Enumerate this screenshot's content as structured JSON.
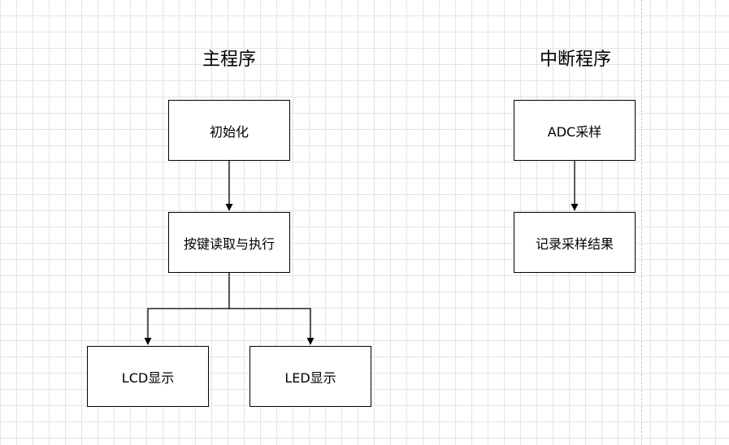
{
  "diagram": {
    "main_title": "主程序",
    "interrupt_title": "中断程序",
    "nodes": {
      "init": "初始化",
      "key_read": "按键读取与执行",
      "lcd_display": "LCD显示",
      "led_display": "LED显示",
      "adc_sample": "ADC采样",
      "record_result": "记录采样结果"
    },
    "edges": [
      {
        "from": "init",
        "to": "key_read"
      },
      {
        "from": "key_read",
        "to": "lcd_display"
      },
      {
        "from": "key_read",
        "to": "led_display"
      },
      {
        "from": "adc_sample",
        "to": "record_result"
      }
    ]
  }
}
